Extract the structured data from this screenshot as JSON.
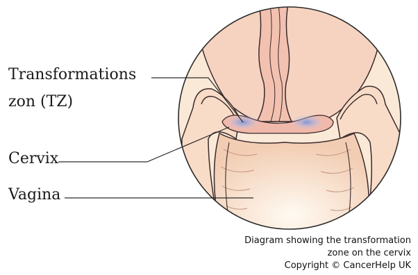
{
  "labels": {
    "tz_line1": "Transformations",
    "tz_line2": "zon (TZ)",
    "cervix": "Cervix",
    "vagina": "Vagina"
  },
  "caption": {
    "line1": "Diagram showing the transformation",
    "line2": "zone on the cervix",
    "line3": "Copyright © CancerHelp UK"
  },
  "colors": {
    "outline": "#3a2a2a",
    "tissue_light": "#fbe6d2",
    "tissue_mid": "#f3cfb6",
    "tissue_pink": "#f1b8ac",
    "tz_blue": "#8fa0d8",
    "background": "#ffffff"
  }
}
